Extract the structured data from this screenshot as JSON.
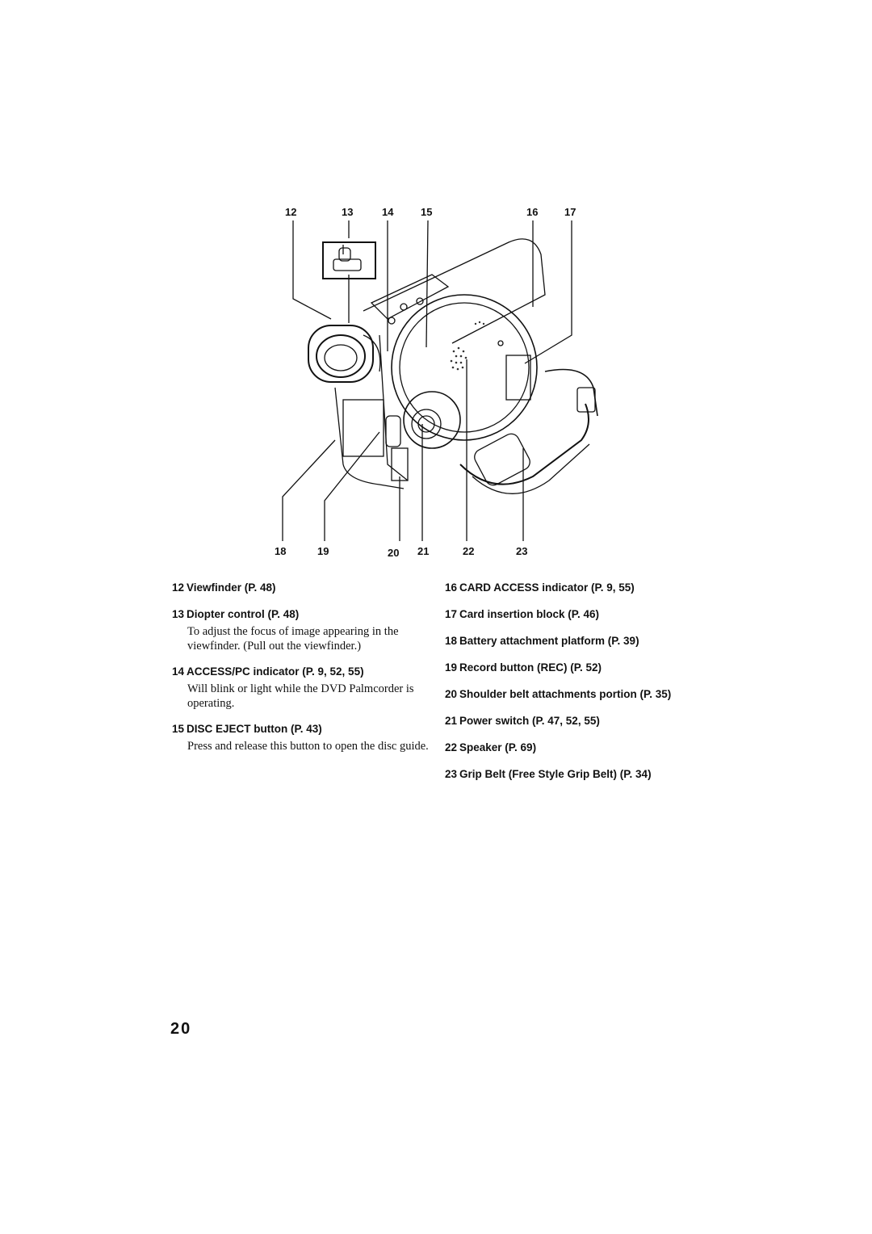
{
  "figure": {
    "top_callouts": [
      "12",
      "13",
      "14",
      "15",
      "16",
      "17"
    ],
    "bottom_callouts": [
      "18",
      "19",
      "20",
      "21",
      "22",
      "23"
    ]
  },
  "left_column": [
    {
      "num": "12",
      "title": "Viewfinder (P. 48)",
      "desc": ""
    },
    {
      "num": "13",
      "title": "Diopter control (P. 48)",
      "desc": "To adjust the focus of image appearing in the viewfinder. (Pull out the viewfinder.)"
    },
    {
      "num": "14",
      "title": "ACCESS/PC indicator (P. 9, 52, 55)",
      "desc": "Will blink or light while the DVD Palmcorder is operating."
    },
    {
      "num": "15",
      "title": "DISC EJECT button (P. 43)",
      "desc": "Press and release this button to open the disc guide."
    }
  ],
  "right_column": [
    {
      "num": "16",
      "title": "CARD ACCESS indicator (P. 9, 55)"
    },
    {
      "num": "17",
      "title": "Card insertion block (P. 46)"
    },
    {
      "num": "18",
      "title": "Battery attachment platform (P. 39)"
    },
    {
      "num": "19",
      "title": "Record button (REC) (P. 52)"
    },
    {
      "num": "20",
      "title": "Shoulder belt attachments portion (P. 35)"
    },
    {
      "num": "21",
      "title": "Power switch (P. 47, 52, 55)"
    },
    {
      "num": "22",
      "title": "Speaker (P. 69)"
    },
    {
      "num": "23",
      "title": "Grip Belt (Free Style Grip Belt) (P. 34)"
    }
  ],
  "page_number": "20"
}
